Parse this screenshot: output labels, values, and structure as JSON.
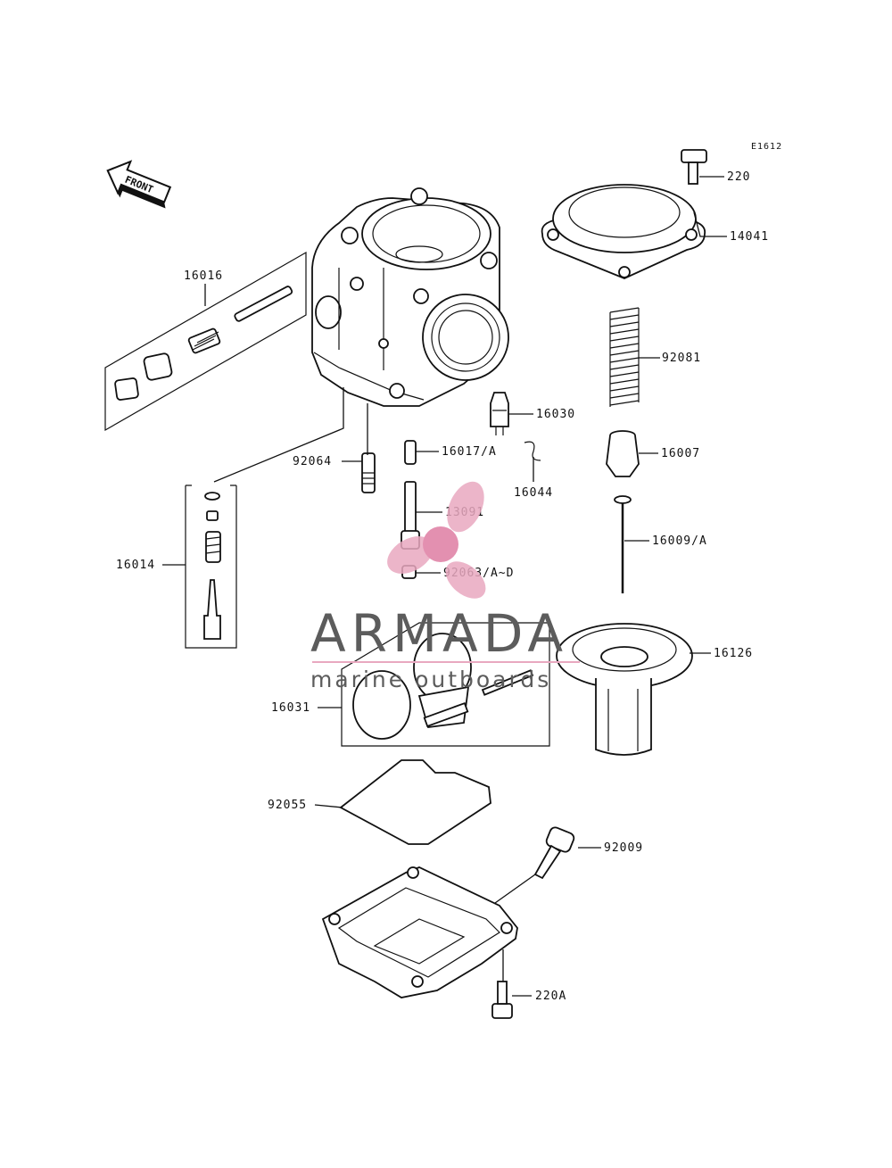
{
  "diagram_code": "E1612",
  "front_arrow_label": "FRONT",
  "parts": [
    {
      "id": "p220",
      "label": "220"
    },
    {
      "id": "p14041",
      "label": "14041"
    },
    {
      "id": "p16016",
      "label": "16016"
    },
    {
      "id": "p92081",
      "label": "92081"
    },
    {
      "id": "p16030",
      "label": "16030"
    },
    {
      "id": "p16017",
      "label": "16017/A"
    },
    {
      "id": "p92064",
      "label": "92064"
    },
    {
      "id": "p16007",
      "label": "16007"
    },
    {
      "id": "p16044",
      "label": "16044"
    },
    {
      "id": "p13091",
      "label": "13091"
    },
    {
      "id": "p16009",
      "label": "16009/A"
    },
    {
      "id": "p16014",
      "label": "16014"
    },
    {
      "id": "p92063",
      "label": "92063/A~D"
    },
    {
      "id": "p16126",
      "label": "16126"
    },
    {
      "id": "p16031",
      "label": "16031"
    },
    {
      "id": "p92055",
      "label": "92055"
    },
    {
      "id": "p92009",
      "label": "92009"
    },
    {
      "id": "p220A",
      "label": "220A"
    }
  ],
  "watermark": {
    "brand": "ARMADA",
    "tagline": "marine outboards",
    "logo_color": "#e9a8c0",
    "text_color": "#5c5c5c"
  }
}
